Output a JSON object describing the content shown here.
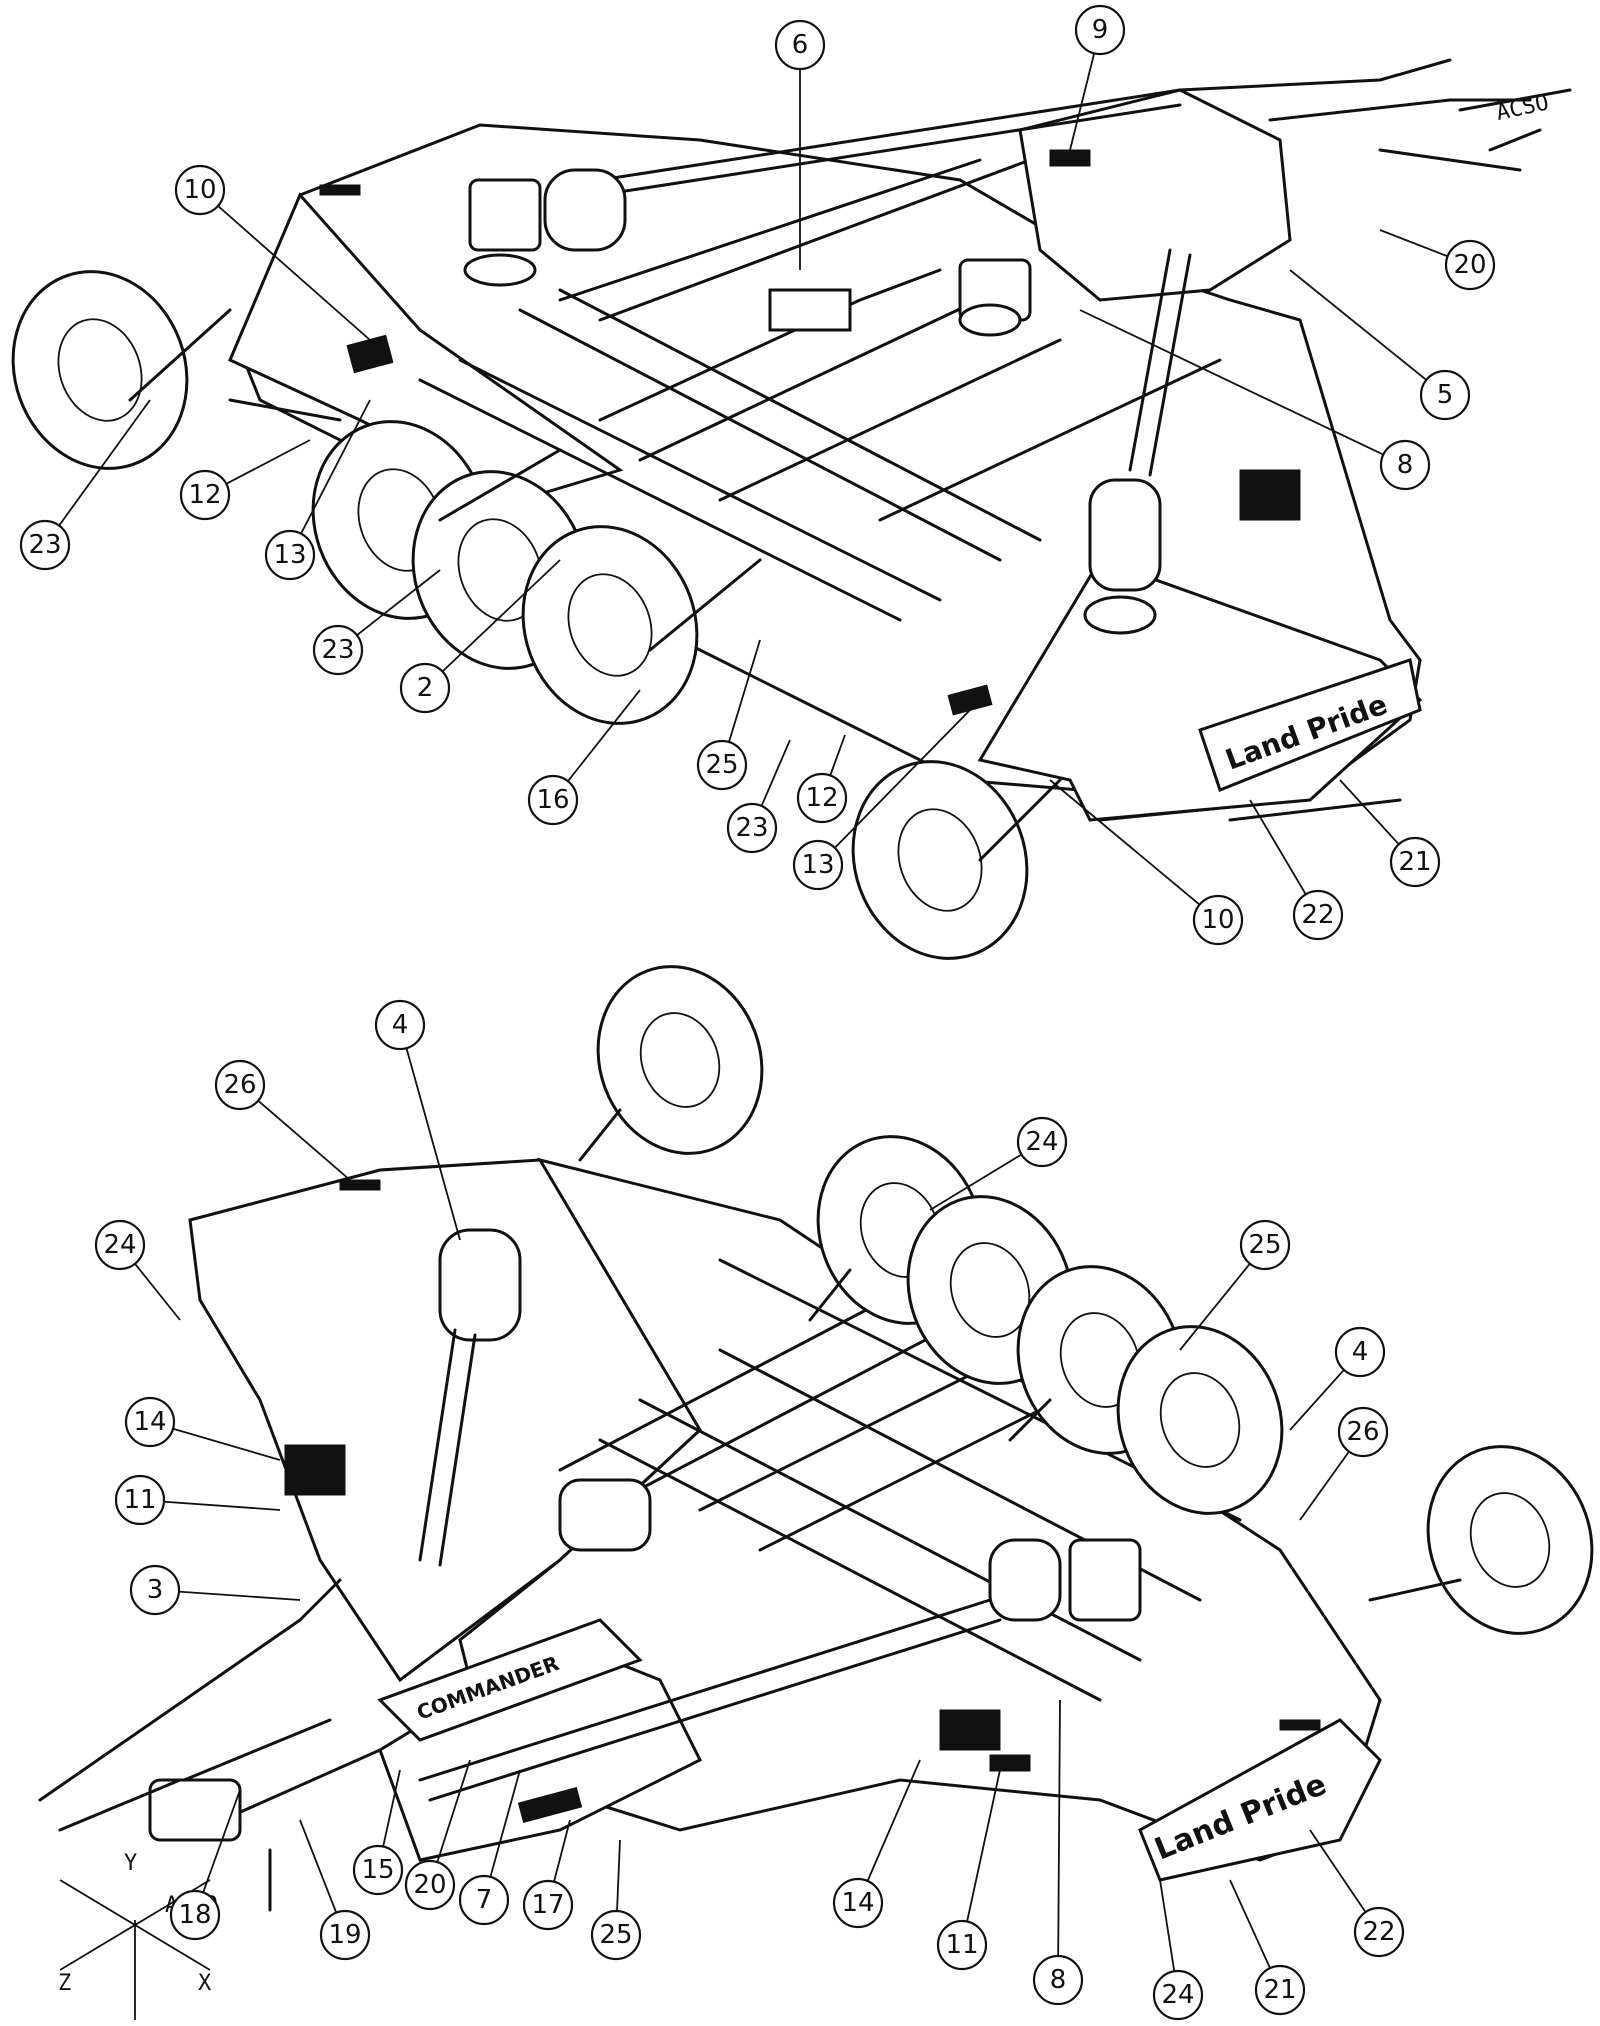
{
  "top_view": {
    "view_code": "ACSO",
    "callouts": [
      "6",
      "9",
      "10",
      "20",
      "5",
      "8",
      "23",
      "12",
      "13",
      "23",
      "2",
      "25",
      "16",
      "23",
      "12",
      "13",
      "10",
      "22",
      "21"
    ]
  },
  "bottom_view": {
    "view_code": "ACSO",
    "axes": {
      "y": "Y",
      "z": "Z",
      "x": "X"
    },
    "callouts": [
      "4",
      "26",
      "24",
      "24",
      "25",
      "4",
      "26",
      "14",
      "11",
      "3",
      "15",
      "20",
      "7",
      "17",
      "25",
      "14",
      "11",
      "8",
      "24",
      "21",
      "22",
      "18",
      "19"
    ]
  },
  "decals": {
    "brand": "Land Pride",
    "model": "COMMANDER"
  }
}
